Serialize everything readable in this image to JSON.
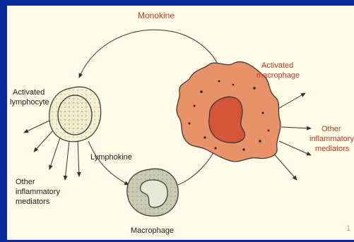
{
  "labels": {
    "monokine": "Monokine",
    "activated_lymphocyte_line1": "Activated",
    "activated_lymphocyte_line2": "lymphocyte",
    "lymphokine": "Lymphokine",
    "macrophage": "Macrophage",
    "activated_macrophage_line1": "Activated",
    "activated_macrophage_line2": "macrophage",
    "other_left_line1": "Other",
    "other_left_line2": "inflammatory",
    "other_left_line3": "mediators",
    "other_right_line1": "Other",
    "other_right_line2": "inflammatory",
    "other_right_line3": "mediators",
    "page_number": "1"
  },
  "colors": {
    "border": "#0a2a9a",
    "background": "#fffbe6",
    "accent_text": "#c0392b",
    "activated_macrophage_fill": "#e8926a",
    "activated_macrophage_nucleus": "#d4553a",
    "lymphocyte_fill": "#f4f1d0",
    "macrophage_fill": "#c9cbb0"
  }
}
